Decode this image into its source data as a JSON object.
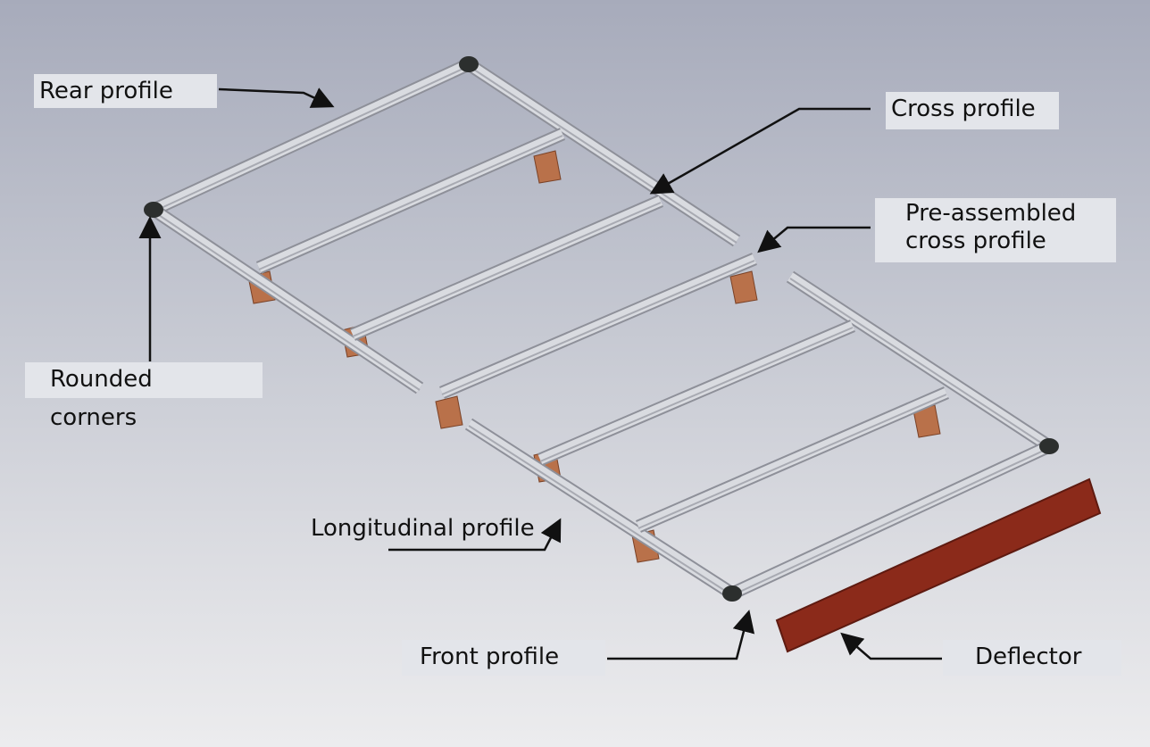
{
  "title": "Roof rack assembly diagram",
  "labels": {
    "rear_profile": "Rear profile",
    "cross_profile": "Cross profile",
    "pre_assembled_line1": "Pre-assembled",
    "pre_assembled_line2": "cross profile",
    "rounded_line1": "Rounded",
    "rounded_line2": "corners",
    "longitudinal_profile": "Longitudinal profile",
    "front_profile": "Front profile",
    "deflector": "Deflector"
  },
  "colors": {
    "profile": "#d9dbe0",
    "profile_edge": "#8e9099",
    "bracket": "#b9714a",
    "deflector": "#8b2a1a",
    "corner": "#2c2f2e",
    "arrow": "#111111"
  }
}
